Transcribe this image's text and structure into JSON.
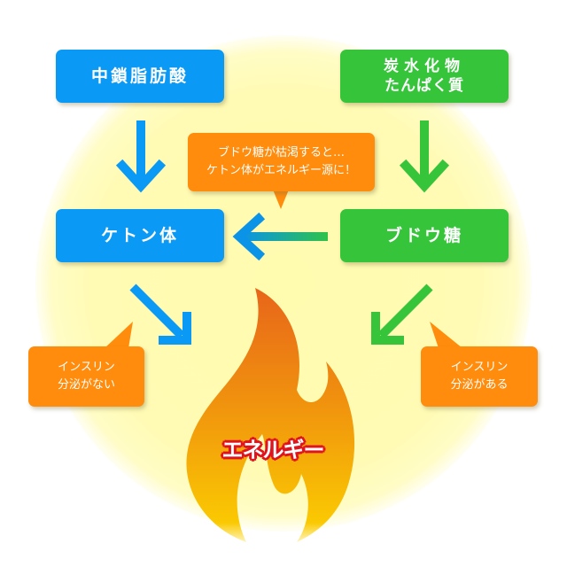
{
  "nodes": {
    "mct": {
      "label": "中鎖脂肪酸",
      "color": "#0a99f5"
    },
    "carbs": {
      "line1": "炭水化物",
      "line2": "たんぱく質",
      "color": "#35c43a"
    },
    "ketone": {
      "label": "ケトン体",
      "color": "#0a99f5"
    },
    "glucose": {
      "label": "ブドウ糖",
      "color": "#35c43a"
    },
    "energy": {
      "label": "エネルギー",
      "outline_color": "#e0141e"
    }
  },
  "callouts": {
    "depletion": {
      "line1": "ブドウ糖が枯渇すると…",
      "line2": "ケトン体がエネルギー源に！"
    },
    "no_insulin": {
      "line1": "インスリン",
      "line2": "分泌がない"
    },
    "insulin": {
      "line1": "インスリン",
      "line2": "分泌がある"
    },
    "color": "#ff8c0d"
  },
  "edges": [
    {
      "from": "中鎖脂肪酸",
      "to": "ケトン体",
      "color": "#0a99f5"
    },
    {
      "from": "炭水化物 たんぱく質",
      "to": "ブドウ糖",
      "color": "#35c43a"
    },
    {
      "from": "ブドウ糖",
      "to": "ケトン体",
      "color": "gradient"
    },
    {
      "from": "ケトン体",
      "to": "エネルギー",
      "color": "#0a99f5"
    },
    {
      "from": "ブドウ糖",
      "to": "エネルギー",
      "color": "#35c43a"
    }
  ]
}
